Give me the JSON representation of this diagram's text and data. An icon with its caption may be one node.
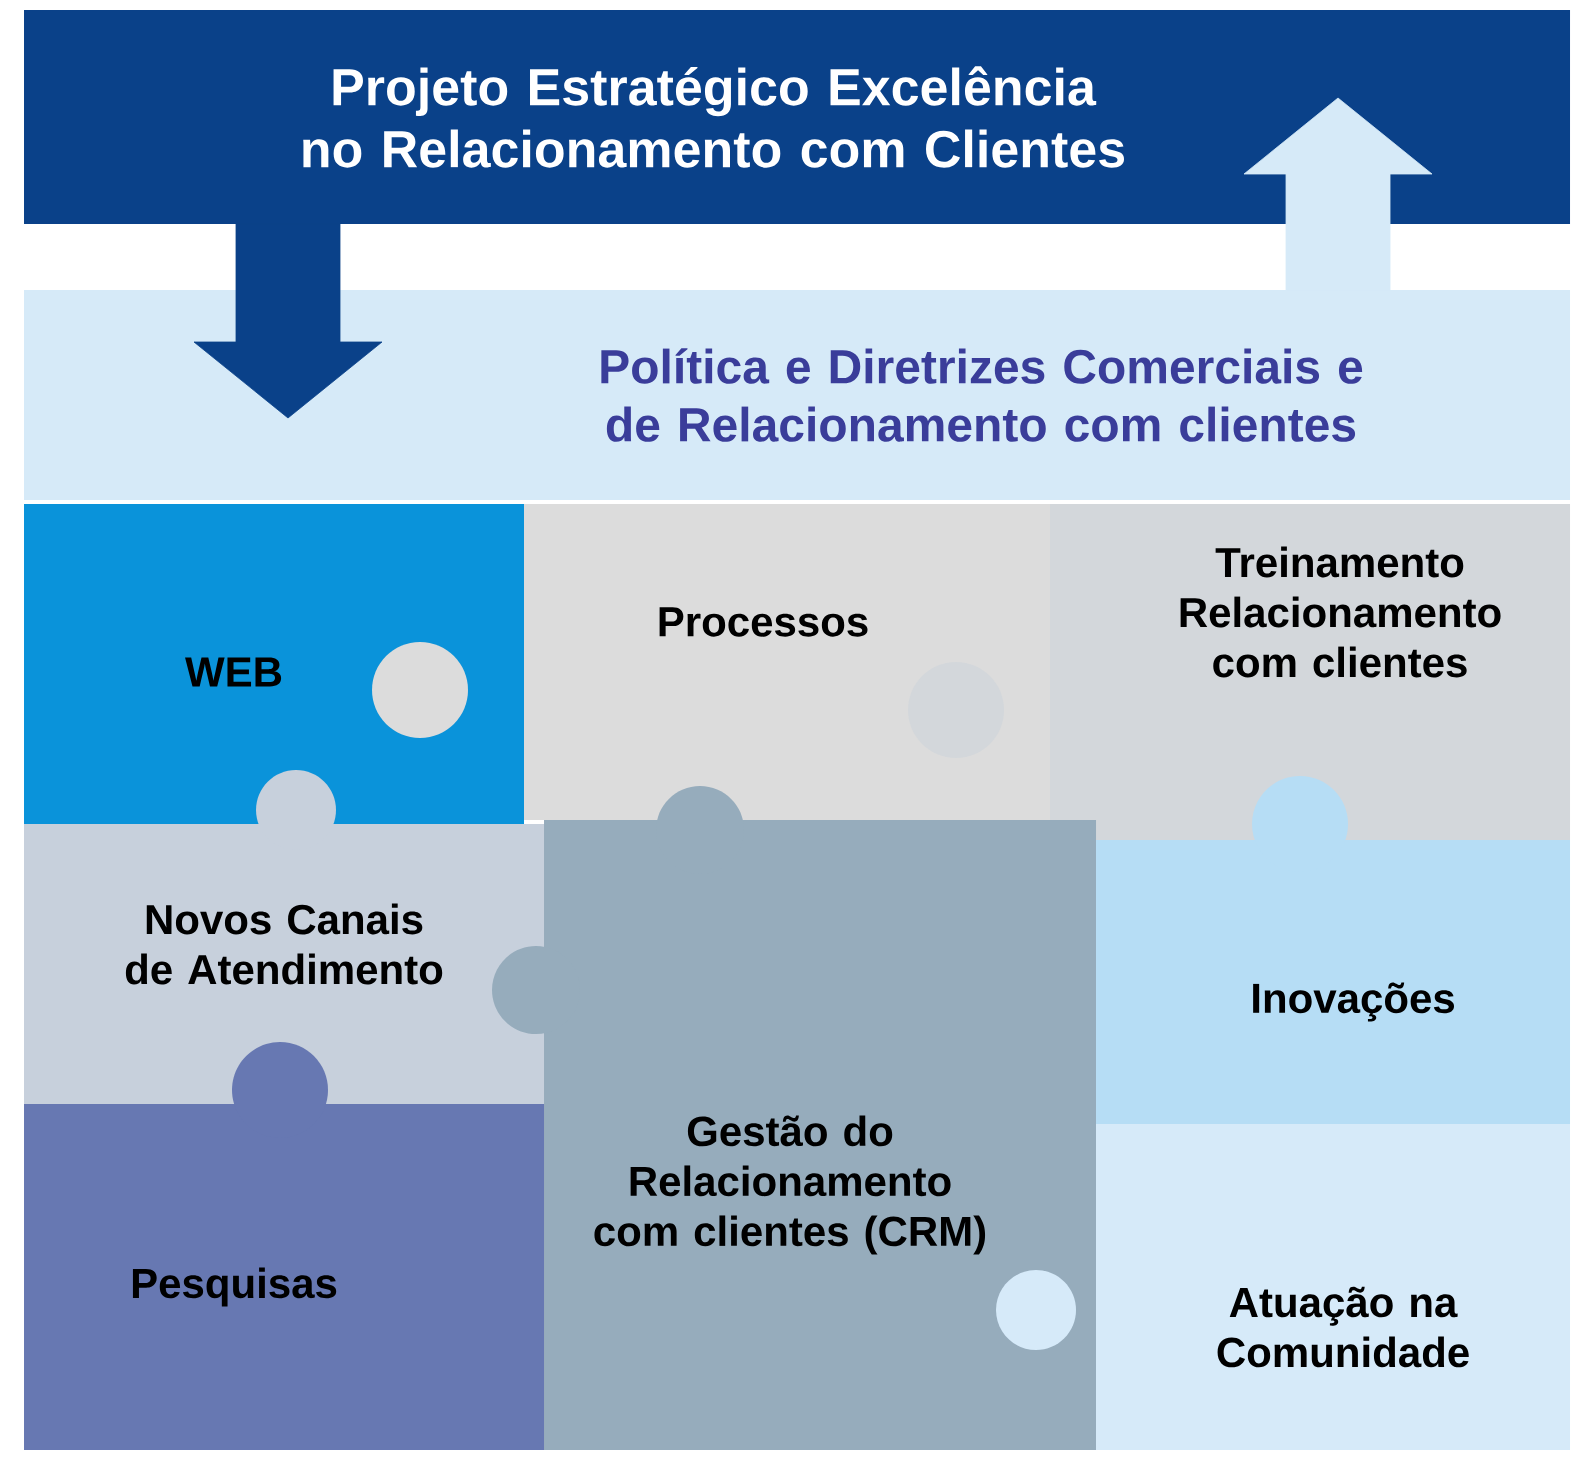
{
  "diagram": {
    "nodes": [
      {
        "text": [
          "Projeto Estratégico Excelência no Relacionamento com Clientes"
        ]
      },
      {
        "text": [
          "Política e Diretrizes Comerciais e de Relacionamento com clientes"
        ]
      },
      {
        "text": [
          "WEB"
        ]
      },
      {
        "text": [
          "Processos"
        ]
      },
      {
        "text": [
          "Treinamento Relacionamento com clientes"
        ]
      },
      {
        "text": [
          "Novos Canais de Atendimento"
        ]
      },
      {
        "text": [
          "Gestão do Relacionamento com clientes (CRM)"
        ]
      },
      {
        "text": [
          "Inovações"
        ]
      },
      {
        "text": [
          "Pesquisas"
        ]
      },
      {
        "text": [
          "Atuação na Comunidade"
        ]
      }
    ],
    "edges": [
      {
        "from": 0,
        "to": 1,
        "arrow": "to",
        "color": "#0a4189"
      },
      {
        "from": 1,
        "to": 0,
        "arrow": "to",
        "color": "#d6eaf8"
      }
    ]
  }
}
